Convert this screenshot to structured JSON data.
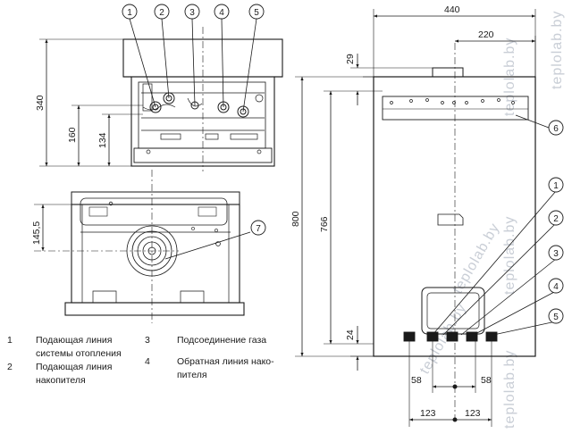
{
  "dimensions": {
    "width_total": "440",
    "width_half": "220",
    "top_offset": "29",
    "height_total": "800",
    "height_mount": "766",
    "bottom_offset": "24",
    "spacing_inner_left": "58",
    "spacing_inner_right": "58",
    "spacing_outer_left": "123",
    "spacing_outer_right": "123",
    "top_view_height": "340",
    "top_view_160": "160",
    "top_view_134": "134",
    "bottom_view_offset": "145,5"
  },
  "callouts": [
    "1",
    "2",
    "3",
    "4",
    "5",
    "6",
    "7"
  ],
  "legend": [
    {
      "num": "1",
      "text_line1": "Подающая линия",
      "text_line2": "системы отопления"
    },
    {
      "num": "2",
      "text_line1": "Подающая линия",
      "text_line2": "накопителя"
    },
    {
      "num": "3",
      "text_line1": "Подсоединение газа",
      "text_line2": ""
    },
    {
      "num": "4",
      "text_line1": "Обратная линия нако-",
      "text_line2": "пителя"
    }
  ],
  "watermark": "teplolab.by"
}
